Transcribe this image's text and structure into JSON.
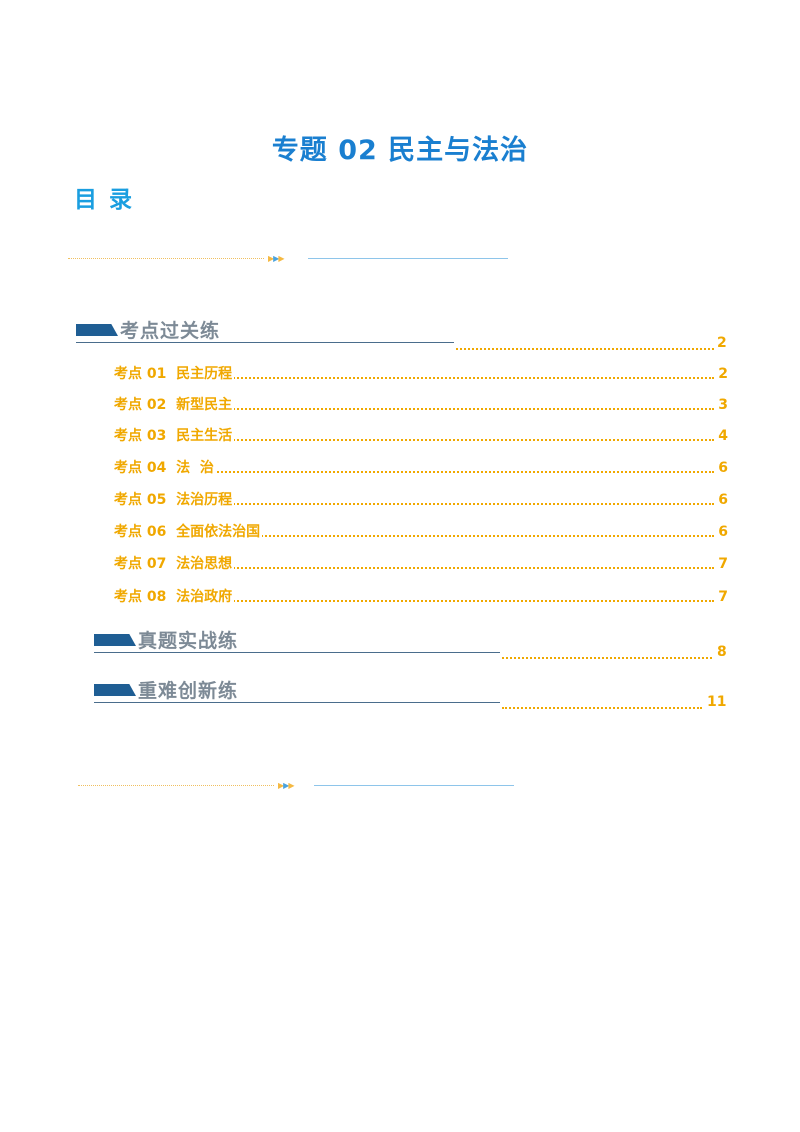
{
  "document": {
    "title": "专题 02  民主与法治",
    "toc_heading": "目录"
  },
  "sections": [
    {
      "label": "考点过关练",
      "page": "2"
    },
    {
      "label": "真题实战练",
      "page": "8"
    },
    {
      "label": "重难创新练",
      "page": "11"
    }
  ],
  "entries": [
    {
      "label": "考点 01  民主历程",
      "page": "2"
    },
    {
      "label": "考点 02  新型民主",
      "page": "3"
    },
    {
      "label": "考点 03  民主生活",
      "page": "4"
    },
    {
      "label": "考点 04  法  治",
      "page": "6"
    },
    {
      "label": "考点 05  法治历程",
      "page": "6"
    },
    {
      "label": "考点 06  全面依法治国",
      "page": "6"
    },
    {
      "label": "考点 07  法治思想",
      "page": "7"
    },
    {
      "label": "考点 08  法治政府",
      "page": "7"
    }
  ],
  "icons": {
    "divider_arrows": "triple-arrow-icon",
    "section_banner": "banner-flag-icon"
  },
  "colors": {
    "title": "#1a7fd0",
    "toc_heading": "#1a9ee0",
    "entry_text": "#f0a800",
    "banner": "#1f5e94",
    "section_text": "#7d8a96"
  }
}
